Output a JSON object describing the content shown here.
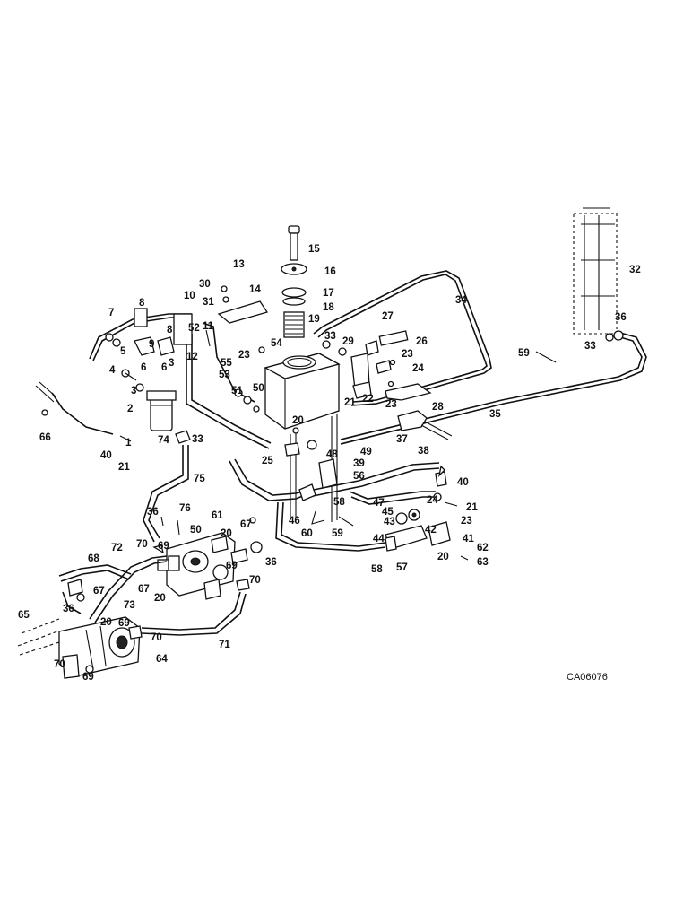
{
  "diagram": {
    "reference_code": "CA06076",
    "callouts": [
      {
        "label": "1"
      },
      {
        "label": "2"
      },
      {
        "label": "3"
      },
      {
        "label": "3"
      },
      {
        "label": "4"
      },
      {
        "label": "5"
      },
      {
        "label": "6"
      },
      {
        "label": "6"
      },
      {
        "label": "7"
      },
      {
        "label": "8"
      },
      {
        "label": "8"
      },
      {
        "label": "9"
      },
      {
        "label": "10"
      },
      {
        "label": "11"
      },
      {
        "label": "12"
      },
      {
        "label": "13"
      },
      {
        "label": "14"
      },
      {
        "label": "15"
      },
      {
        "label": "16"
      },
      {
        "label": "17"
      },
      {
        "label": "18"
      },
      {
        "label": "19"
      },
      {
        "label": "20"
      },
      {
        "label": "20"
      },
      {
        "label": "20"
      },
      {
        "label": "20"
      },
      {
        "label": "20"
      },
      {
        "label": "21"
      },
      {
        "label": "21"
      },
      {
        "label": "21"
      },
      {
        "label": "22"
      },
      {
        "label": "23"
      },
      {
        "label": "23"
      },
      {
        "label": "23"
      },
      {
        "label": "23"
      },
      {
        "label": "24"
      },
      {
        "label": "24"
      },
      {
        "label": "25"
      },
      {
        "label": "26"
      },
      {
        "label": "27"
      },
      {
        "label": "28"
      },
      {
        "label": "29"
      },
      {
        "label": "30"
      },
      {
        "label": "31"
      },
      {
        "label": "32"
      },
      {
        "label": "33"
      },
      {
        "label": "33"
      },
      {
        "label": "33"
      },
      {
        "label": "34"
      },
      {
        "label": "35"
      },
      {
        "label": "36"
      },
      {
        "label": "36"
      },
      {
        "label": "36"
      },
      {
        "label": "36"
      },
      {
        "label": "37"
      },
      {
        "label": "38"
      },
      {
        "label": "39"
      },
      {
        "label": "40"
      },
      {
        "label": "40"
      },
      {
        "label": "41"
      },
      {
        "label": "42"
      },
      {
        "label": "43"
      },
      {
        "label": "44"
      },
      {
        "label": "45"
      },
      {
        "label": "46"
      },
      {
        "label": "47"
      },
      {
        "label": "48"
      },
      {
        "label": "49"
      },
      {
        "label": "50"
      },
      {
        "label": "50"
      },
      {
        "label": "51"
      },
      {
        "label": "52"
      },
      {
        "label": "53"
      },
      {
        "label": "54"
      },
      {
        "label": "55"
      },
      {
        "label": "56"
      },
      {
        "label": "57"
      },
      {
        "label": "58"
      },
      {
        "label": "58"
      },
      {
        "label": "59"
      },
      {
        "label": "59"
      },
      {
        "label": "60"
      },
      {
        "label": "61"
      },
      {
        "label": "62"
      },
      {
        "label": "63"
      },
      {
        "label": "64"
      },
      {
        "label": "65"
      },
      {
        "label": "66"
      },
      {
        "label": "67"
      },
      {
        "label": "67"
      },
      {
        "label": "67"
      },
      {
        "label": "68"
      },
      {
        "label": "69"
      },
      {
        "label": "69"
      },
      {
        "label": "69"
      },
      {
        "label": "69"
      },
      {
        "label": "70"
      },
      {
        "label": "70"
      },
      {
        "label": "70"
      },
      {
        "label": "70"
      },
      {
        "label": "71"
      },
      {
        "label": "72"
      },
      {
        "label": "73"
      },
      {
        "label": "74"
      },
      {
        "label": "75"
      },
      {
        "label": "76"
      }
    ]
  }
}
